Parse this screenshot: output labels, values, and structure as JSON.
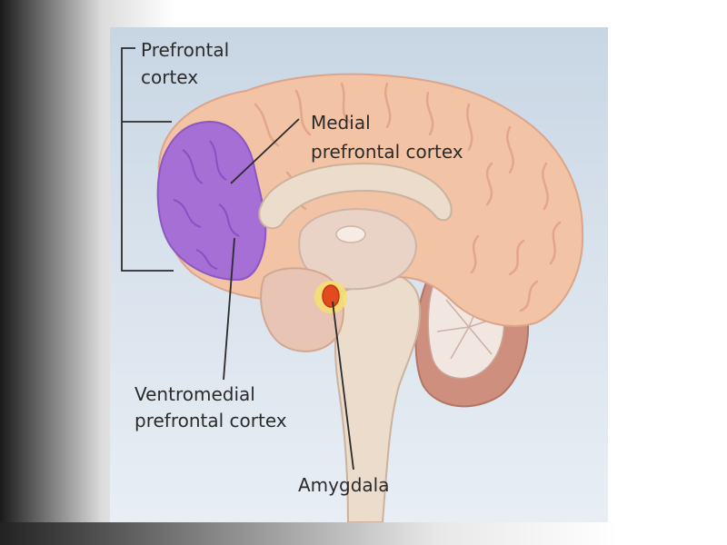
{
  "labels": {
    "prefrontal_line1": "Prefrontal",
    "prefrontal_line2": "cortex",
    "medial_line1": "Medial",
    "medial_line2": "prefrontal cortex",
    "ventromedial_line1": "Ventromedial",
    "ventromedial_line2": "prefrontal cortex",
    "amygdala": "Amygdala"
  },
  "colors": {
    "panel_background": "#d5e0ea",
    "cortex": "#f3c3a6",
    "prefrontal_highlight": "#a56fd6",
    "midline_structures": "#e9d8c8",
    "cerebellum_outer": "#cf8f7f",
    "amygdala": "#e34a1d",
    "leader_lines": "#2b2b2b"
  }
}
